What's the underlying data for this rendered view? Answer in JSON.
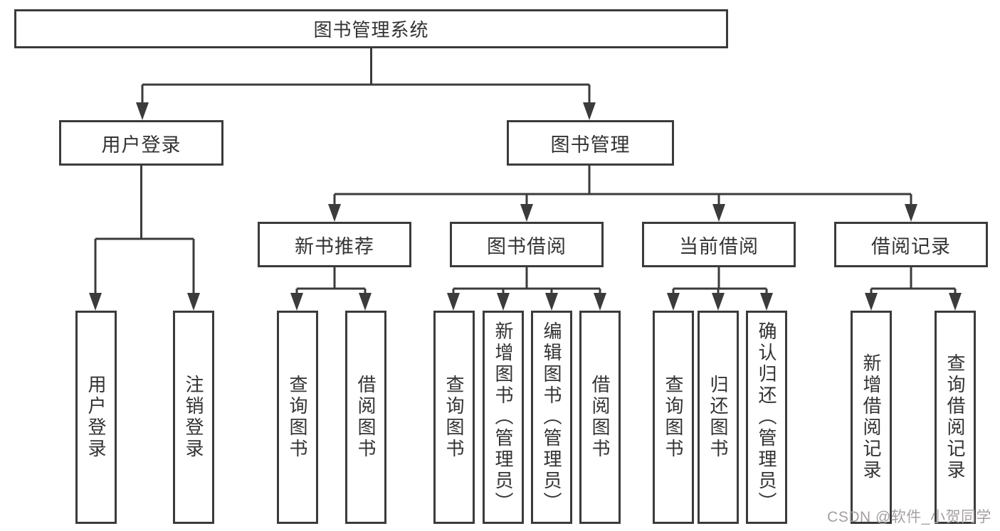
{
  "tree": {
    "label": "图书管理系统",
    "children": [
      {
        "label": "用户登录",
        "children": [
          {
            "label": "用户登录"
          },
          {
            "label": "注销登录"
          }
        ]
      },
      {
        "label": "图书管理",
        "children": [
          {
            "label": "新书推荐",
            "children": [
              {
                "label": "查询图书"
              },
              {
                "label": "借阅图书"
              }
            ]
          },
          {
            "label": "图书借阅",
            "children": [
              {
                "label": "查询图书"
              },
              {
                "label": "新增图书（管理员）"
              },
              {
                "label": "编辑图书（管理员）"
              },
              {
                "label": "借阅图书"
              }
            ]
          },
          {
            "label": "当前借阅",
            "children": [
              {
                "label": "查询图书"
              },
              {
                "label": "归还图书"
              },
              {
                "label": "确认归还（管理员）"
              }
            ]
          },
          {
            "label": "借阅记录",
            "children": [
              {
                "label": "新增借阅记录"
              },
              {
                "label": "查询借阅记录"
              }
            ]
          }
        ]
      }
    ]
  },
  "watermark": {
    "text": "CSDN @软件_小贺同学"
  },
  "colors": {
    "line": "#3b3b3b",
    "text": "#333333",
    "watermark": "#a5a0a0",
    "background": "#ffffff"
  }
}
